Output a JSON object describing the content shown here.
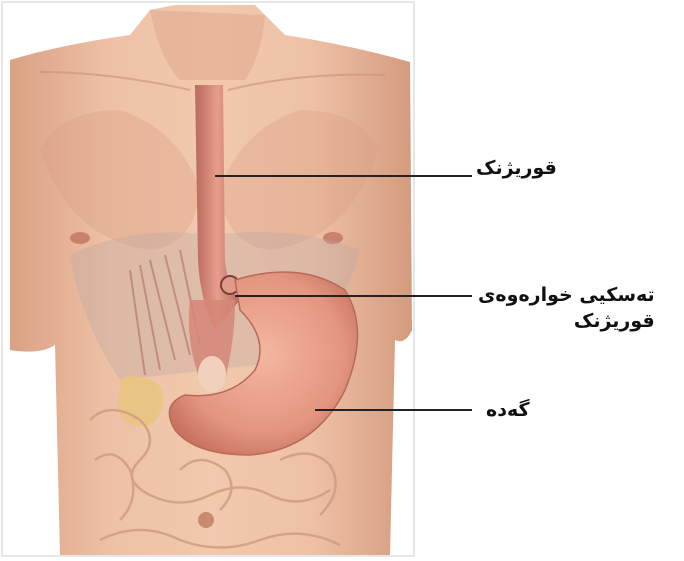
{
  "labels": {
    "esophagus": "قوریژنک",
    "sphincter_line1": "تەسکیی خوارەوەی",
    "sphincter_line2": "قوریژنک",
    "stomach": "گەدە"
  },
  "colors": {
    "skin": "#e7b79a",
    "skin_shadow": "#c98a6c",
    "muscle": "#c9786a",
    "stomach": "#e79a82",
    "intestine": "#e8b7a0",
    "leader_line": "#222222"
  }
}
